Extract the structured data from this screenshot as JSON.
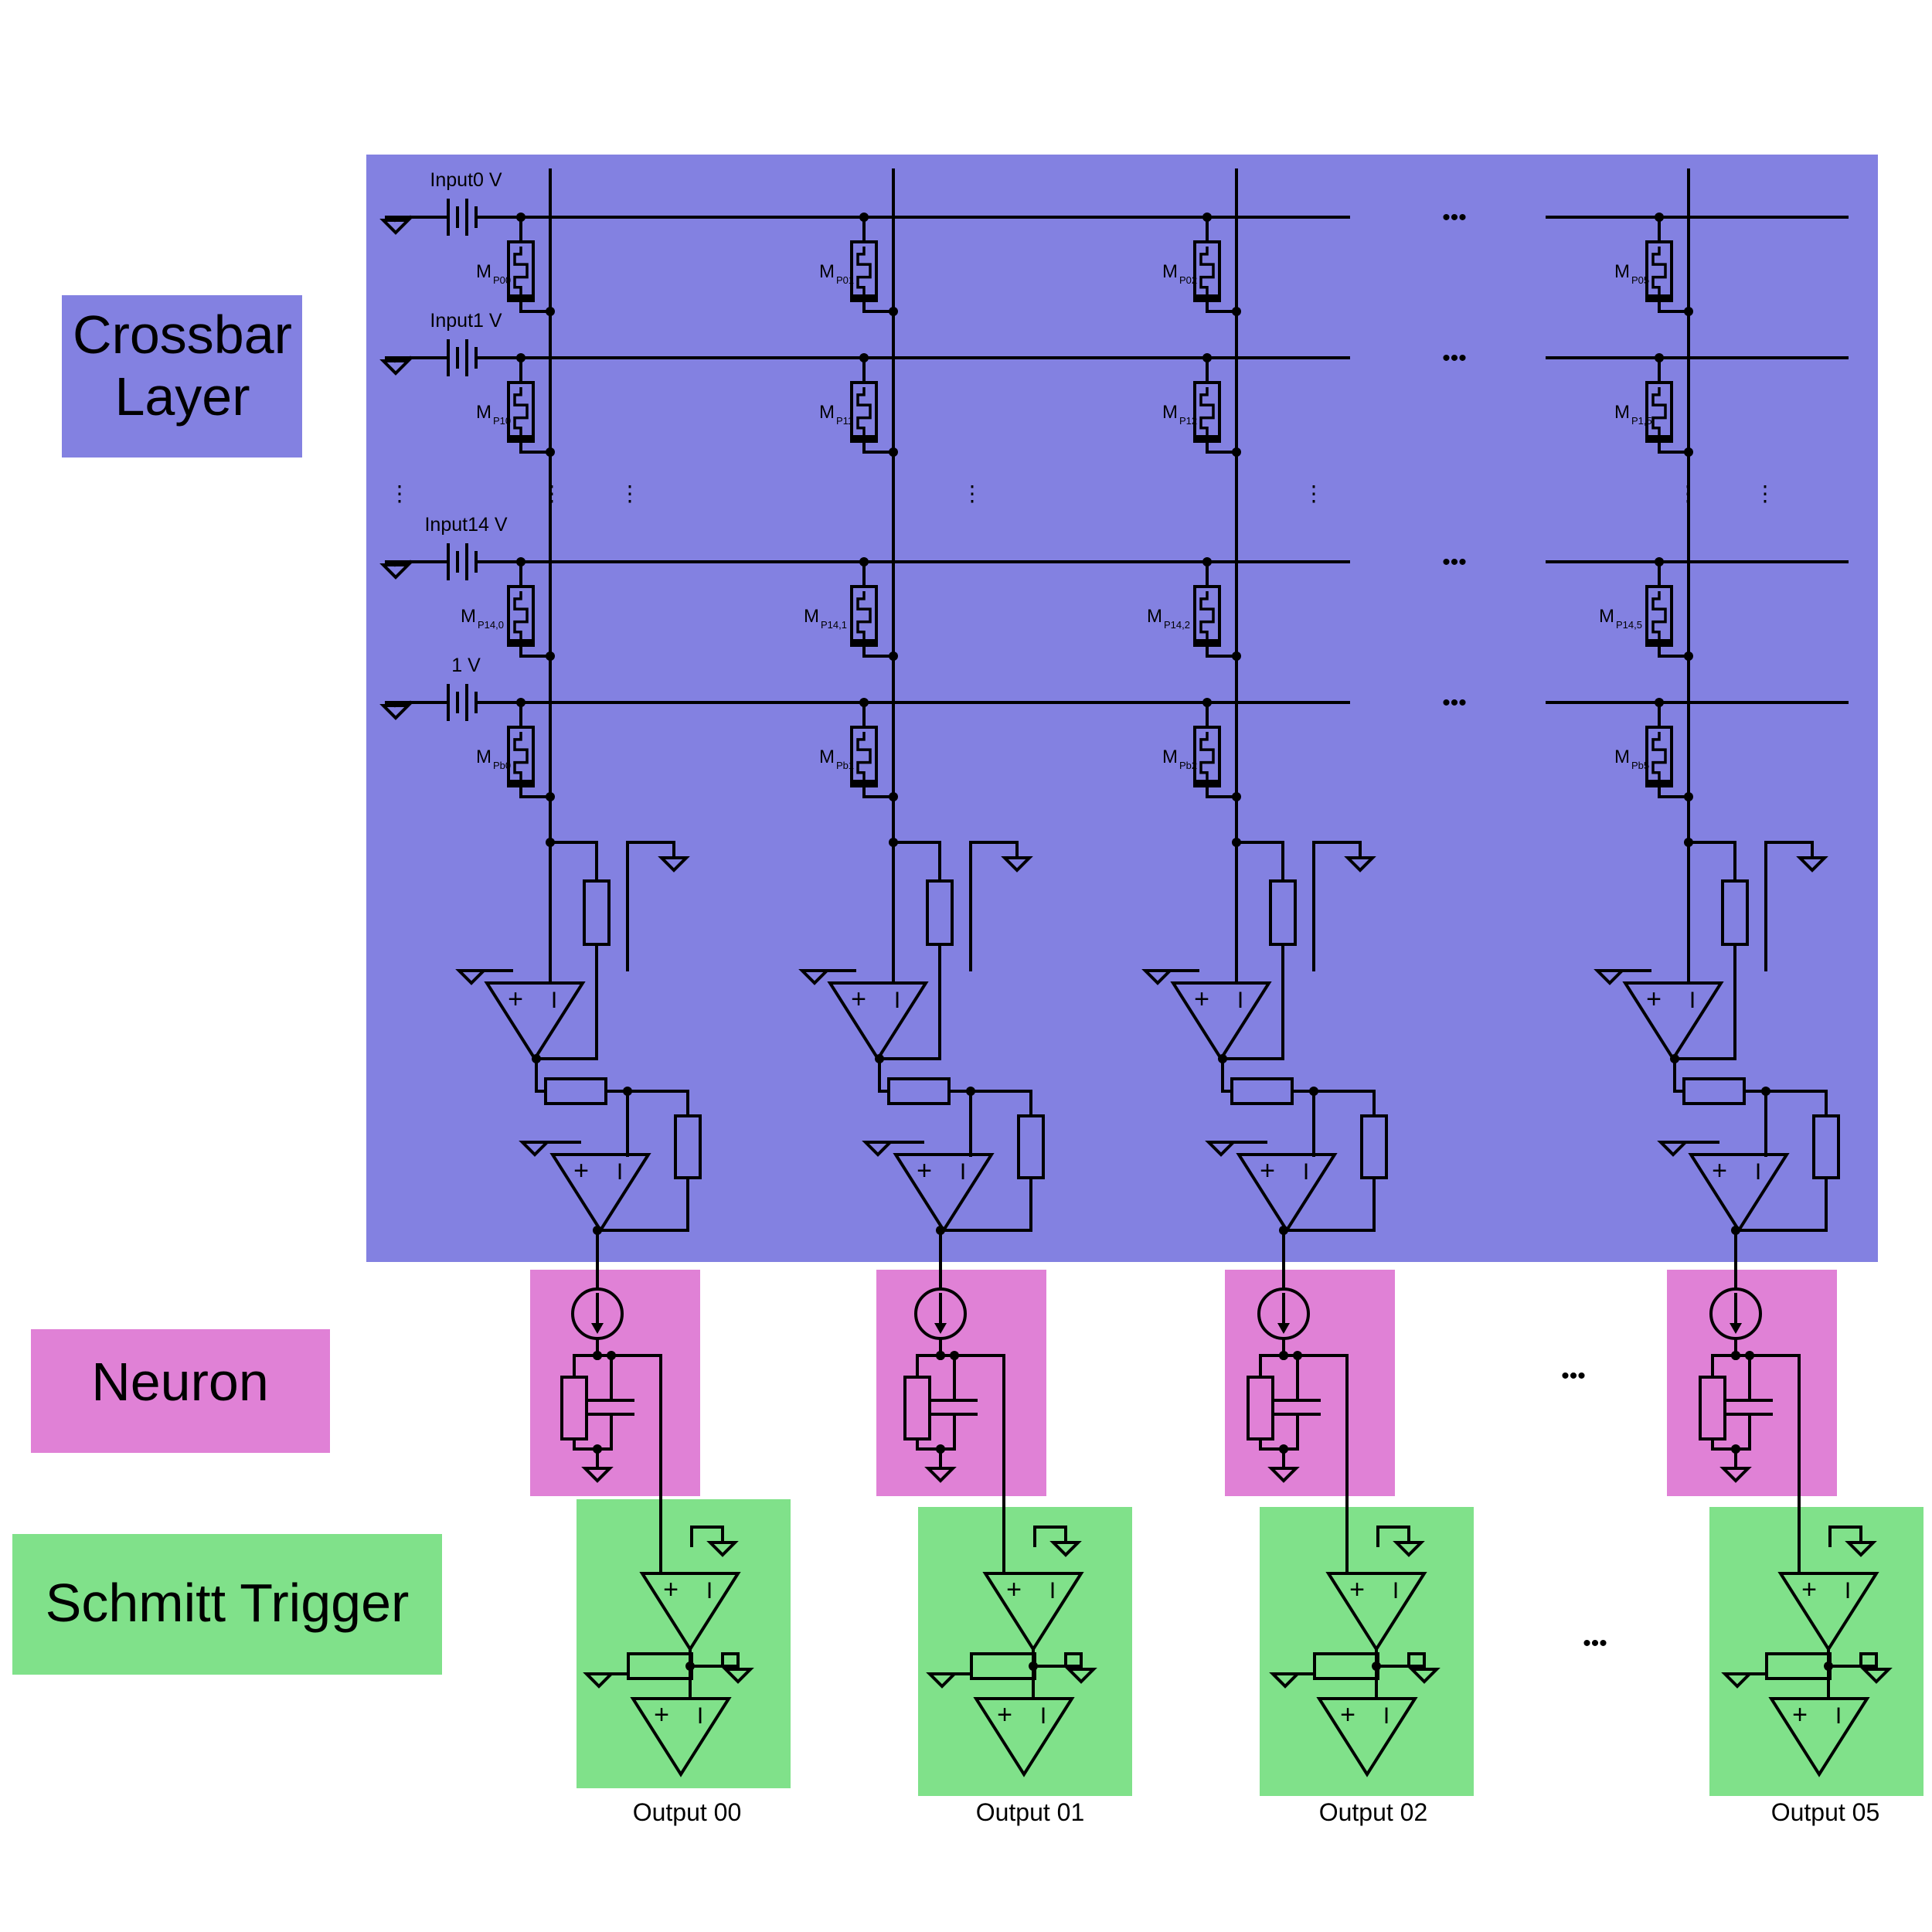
{
  "colors": {
    "crossbar": "#8381e1",
    "neuron": "#e081d6",
    "schmitt": "#80e18a",
    "wire": "#000000"
  },
  "layers": {
    "crossbar": "Crossbar\nLayer",
    "neuron": "Neuron",
    "schmitt": "Schmitt Trigger"
  },
  "rows": [
    {
      "label": "Input0 V",
      "memristors": [
        {
          "main": "M",
          "sub": "P00"
        },
        {
          "main": "M",
          "sub": "P01"
        },
        {
          "main": "M",
          "sub": "P02"
        },
        {
          "main": "M",
          "sub": "P05"
        }
      ]
    },
    {
      "label": "Input1 V",
      "memristors": [
        {
          "main": "M",
          "sub": "P10"
        },
        {
          "main": "M",
          "sub": "P11"
        },
        {
          "main": "M",
          "sub": "P12"
        },
        {
          "main": "M",
          "sub": "P1,5"
        }
      ]
    },
    {
      "label": "Input14 V",
      "memristors": [
        {
          "main": "M",
          "sub": "P14,0"
        },
        {
          "main": "M",
          "sub": "P14,1"
        },
        {
          "main": "M",
          "sub": "P14,2"
        },
        {
          "main": "M",
          "sub": "P14,5"
        }
      ]
    },
    {
      "label": "1 V",
      "memristors": [
        {
          "main": "M",
          "sub": "Pb0"
        },
        {
          "main": "M",
          "sub": "Pb1"
        },
        {
          "main": "M",
          "sub": "Pb2"
        },
        {
          "main": "M",
          "sub": "Pb5"
        }
      ]
    }
  ],
  "outputs": [
    "Output 00",
    "Output 01",
    "Output 02",
    "Output 05"
  ],
  "ellipsis": "•••",
  "vdots": "⋮",
  "opamp_plus": "+",
  "opamp_minus": "I"
}
